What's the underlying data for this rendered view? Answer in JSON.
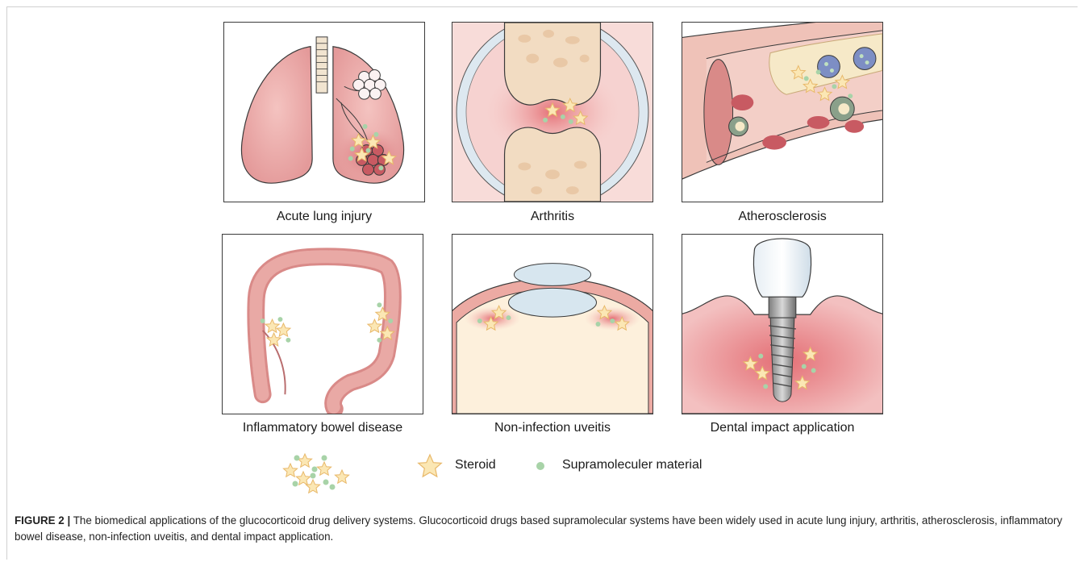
{
  "figure": {
    "panels": [
      {
        "label": "Acute lung injury"
      },
      {
        "label": "Arthritis"
      },
      {
        "label": "Atherosclerosis"
      },
      {
        "label": "Inflammatory bowel disease"
      },
      {
        "label": "Non-infection uveitis"
      },
      {
        "label": "Dental impact  application"
      }
    ],
    "legend": {
      "steroid": "Steroid",
      "material": "Supramoleculer material"
    }
  },
  "caption": {
    "label": "FIGURE 2 |",
    "text": " The biomedical applications of the glucocorticoid drug delivery systems. Glucocorticoid drugs based supramolecular systems have been widely used in acute lung injury, arthritis, atherosclerosis, inflammatory bowel disease, non-infection uveitis, and dental impact application."
  },
  "colors": {
    "star_fill": "#fbe7b4",
    "star_stroke": "#e8b86a",
    "dot": "#a8d3a8",
    "tissue": "#e9a2a2",
    "inflammation": "#e46f75"
  }
}
